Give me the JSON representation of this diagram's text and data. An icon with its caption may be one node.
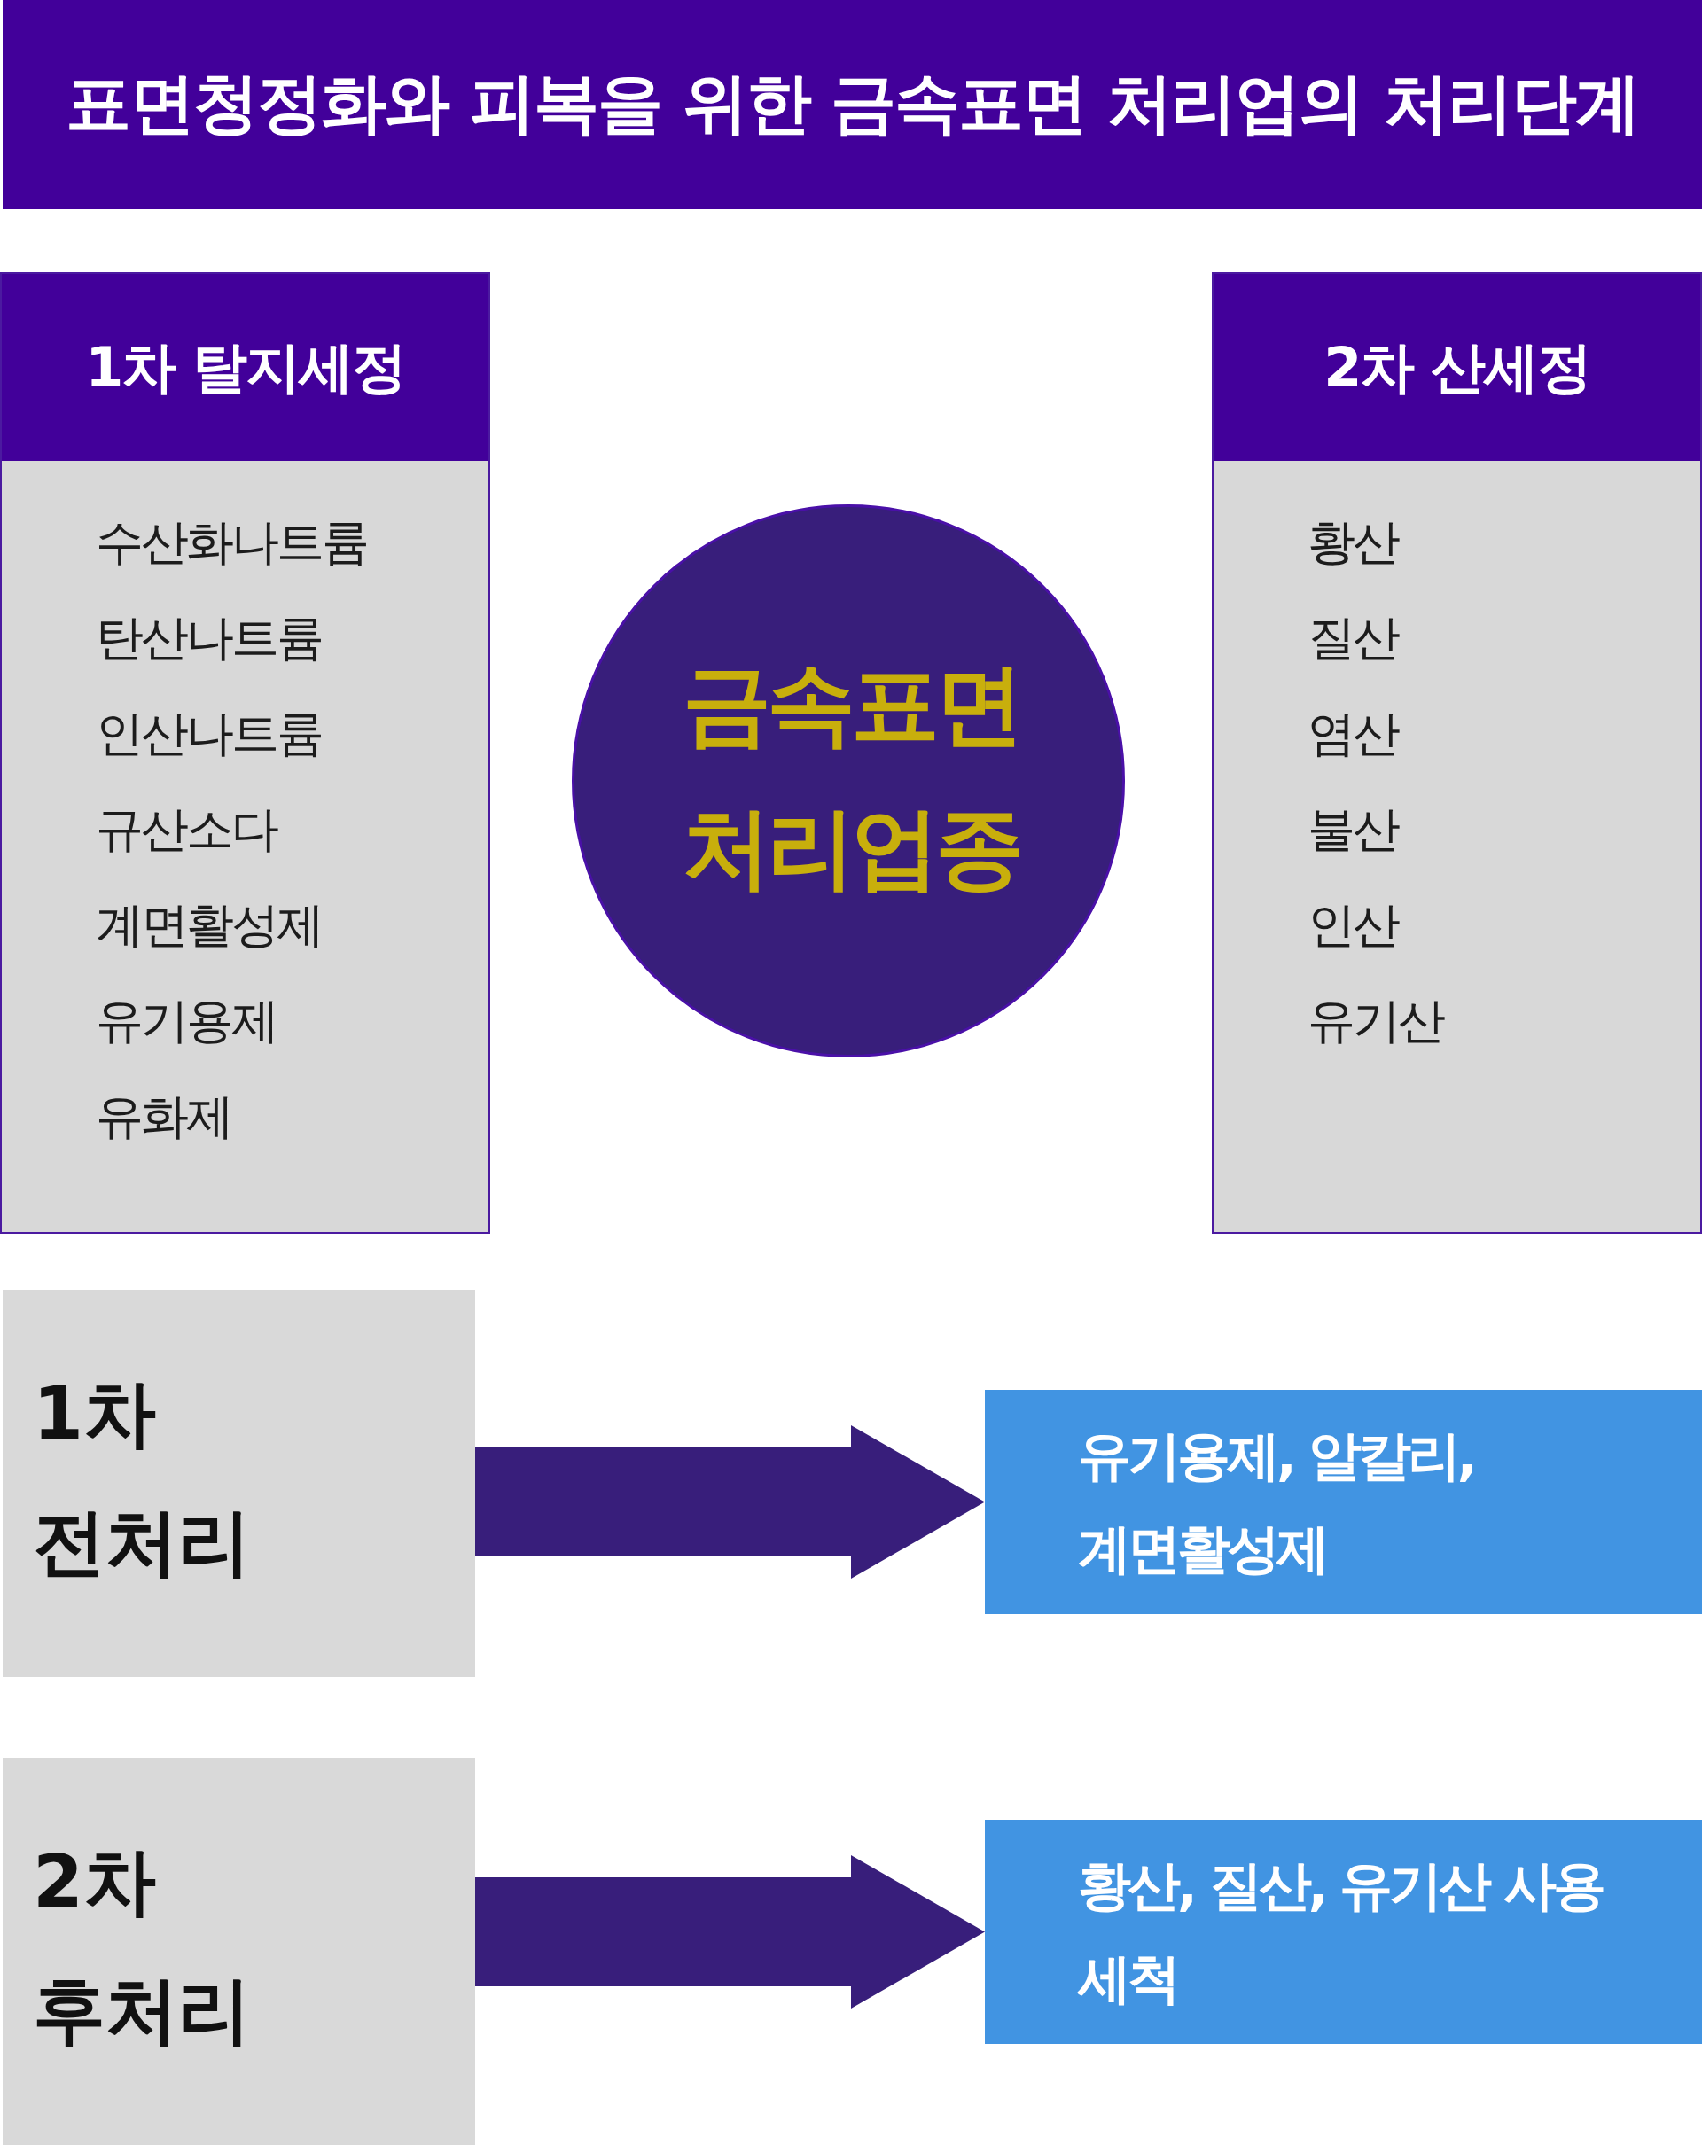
{
  "diagram": {
    "title": "표면청정화와 피복을 위한 금속표면 처리업의 처리단계",
    "nodes": [
      {
        "text": [
          "1차 탈지세정",
          "수산화나트륨",
          "탄산나트륨",
          "인산나트륨",
          "규산소다",
          "계면활성제",
          "유기용제",
          "유화제"
        ]
      },
      {
        "text": [
          "금속표면 처리업종"
        ]
      },
      {
        "text": [
          "2차 산세정",
          "황산",
          "질산",
          "염산",
          "불산",
          "인산",
          "유기산"
        ]
      },
      {
        "text": [
          "1차 전처리"
        ]
      },
      {
        "text": [
          "유기용제, 알칼리, 계면활성제"
        ]
      },
      {
        "text": [
          "2차 후처리"
        ]
      },
      {
        "text": [
          "황산, 질산, 유기산 사용 세척"
        ]
      }
    ],
    "edges": [
      {
        "from": 3,
        "to": 4,
        "arrow": "to"
      },
      {
        "from": 5,
        "to": 6,
        "arrow": "to"
      }
    ]
  }
}
